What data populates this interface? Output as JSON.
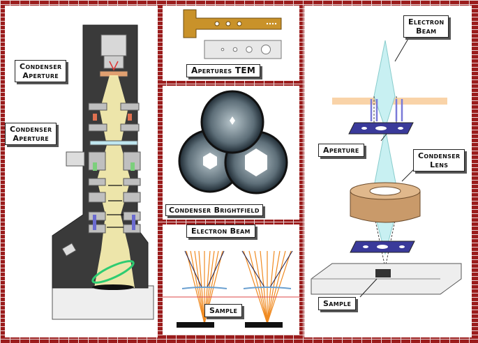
{
  "labels": {
    "condenser_aperture_top": "Condenser\nAperture",
    "condenser_aperture_mid": "Condenser\nAperture",
    "apertures_tem": "Apertures TEM",
    "condenser_brightfield": "Condenser Brightfield",
    "electron_beam_mid": "Electron Beam",
    "sample_mid": "Sample",
    "electron_beam_right": "Electron\nBeam",
    "aperture_right": "Aperture",
    "condenser_lens": "Condenser\nLens",
    "sample_right": "Sample"
  },
  "colors": {
    "brick": "#9b1c1c",
    "beam_yellow": "#f7eeb0",
    "beam_cyan": "#c8f0f2",
    "lens_copper": "#c99a6a",
    "ray_orange": "#f08a20",
    "aperture_blue": "#3a3a9a"
  }
}
